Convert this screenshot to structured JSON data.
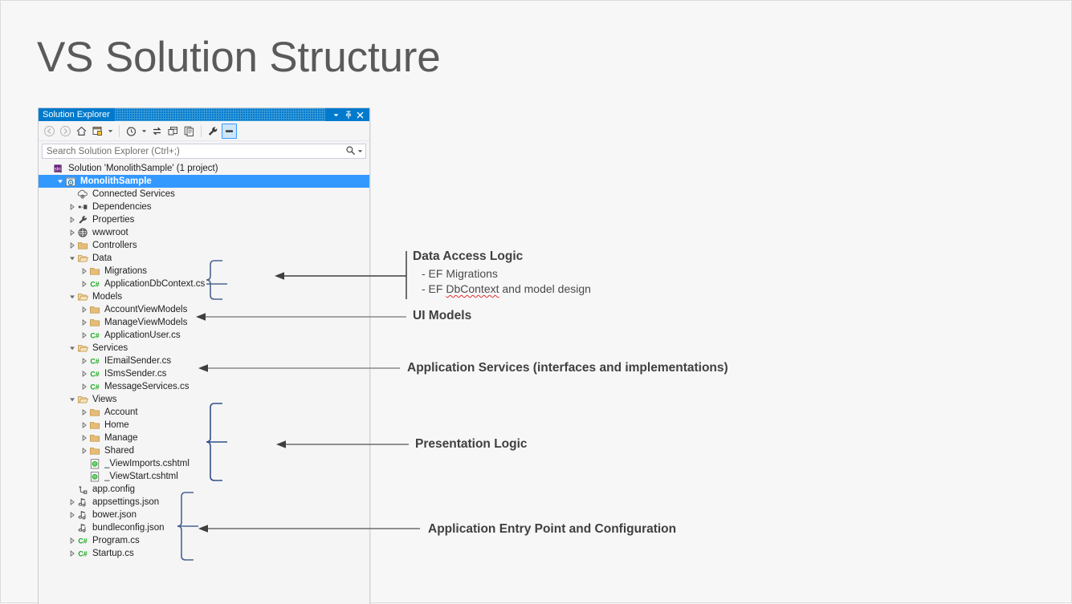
{
  "slide": {
    "title": "VS Solution Structure",
    "background_color": "#f7f7f7"
  },
  "solution_explorer": {
    "titlebar": {
      "title": "Solution Explorer",
      "dropdown_tooltip": "Window Options",
      "pin_tooltip": "Auto Hide",
      "close_tooltip": "Close",
      "accent_color": "#007acc"
    },
    "toolbar": {
      "buttons": [
        {
          "name": "back-icon",
          "tooltip": "Back",
          "disabled": true
        },
        {
          "name": "forward-icon",
          "tooltip": "Forward",
          "disabled": true
        },
        {
          "name": "home-icon",
          "tooltip": "Home",
          "disabled": false
        },
        {
          "name": "properties-window-icon",
          "tooltip": "Properties Window",
          "disabled": false
        },
        {
          "name": "chevron-down-icon",
          "tooltip": "More",
          "disabled": false
        },
        {
          "name": "pending-changes-icon",
          "tooltip": "Pending Changes Filter",
          "disabled": false
        },
        {
          "name": "chevron-down-icon-2",
          "tooltip": "Filter Options",
          "disabled": false
        },
        {
          "name": "sync-with-active-document-icon",
          "tooltip": "Sync with Active Document",
          "disabled": false
        },
        {
          "name": "refresh-icon",
          "tooltip": "Refresh",
          "disabled": false
        },
        {
          "name": "show-all-files-icon",
          "tooltip": "Show All Files",
          "disabled": false
        },
        {
          "name": "view-code-icon",
          "tooltip": "View Code",
          "disabled": false
        },
        {
          "name": "collapse-all-icon",
          "tooltip": "Collapse All",
          "disabled": false,
          "active": true
        }
      ]
    },
    "search": {
      "placeholder": "Search Solution Explorer (Ctrl+;)",
      "value": "",
      "icon": "search-icon",
      "dropdown_icon": "chevron-down-icon"
    },
    "tree": [
      {
        "depth": 0,
        "label": "Solution 'MonolithSample' (1 project)",
        "icon": "solution-icon",
        "expander": "none",
        "selected": false
      },
      {
        "depth": 1,
        "label": "MonolithSample",
        "icon": "project-icon",
        "expander": "expanded",
        "selected": true
      },
      {
        "depth": 2,
        "label": "Connected Services",
        "icon": "connected-services-icon",
        "expander": "none",
        "selected": false
      },
      {
        "depth": 2,
        "label": "Dependencies",
        "icon": "dependencies-icon",
        "expander": "collapsed",
        "selected": false
      },
      {
        "depth": 2,
        "label": "Properties",
        "icon": "properties-icon",
        "expander": "collapsed",
        "selected": false
      },
      {
        "depth": 2,
        "label": "wwwroot",
        "icon": "globe-icon",
        "expander": "collapsed",
        "selected": false
      },
      {
        "depth": 2,
        "label": "Controllers",
        "icon": "folder-icon",
        "expander": "collapsed",
        "selected": false
      },
      {
        "depth": 2,
        "label": "Data",
        "icon": "folder-open-icon",
        "expander": "expanded",
        "selected": false
      },
      {
        "depth": 3,
        "label": "Migrations",
        "icon": "folder-icon",
        "expander": "collapsed",
        "selected": false
      },
      {
        "depth": 3,
        "label": "ApplicationDbContext.cs",
        "icon": "csharp-icon",
        "expander": "collapsed",
        "selected": false
      },
      {
        "depth": 2,
        "label": "Models",
        "icon": "folder-open-icon",
        "expander": "expanded",
        "selected": false
      },
      {
        "depth": 3,
        "label": "AccountViewModels",
        "icon": "folder-icon",
        "expander": "collapsed",
        "selected": false
      },
      {
        "depth": 3,
        "label": "ManageViewModels",
        "icon": "folder-icon",
        "expander": "collapsed",
        "selected": false
      },
      {
        "depth": 3,
        "label": "ApplicationUser.cs",
        "icon": "csharp-icon",
        "expander": "collapsed",
        "selected": false
      },
      {
        "depth": 2,
        "label": "Services",
        "icon": "folder-open-icon",
        "expander": "expanded",
        "selected": false
      },
      {
        "depth": 3,
        "label": "IEmailSender.cs",
        "icon": "csharp-icon",
        "expander": "collapsed",
        "selected": false
      },
      {
        "depth": 3,
        "label": "ISmsSender.cs",
        "icon": "csharp-icon",
        "expander": "collapsed",
        "selected": false
      },
      {
        "depth": 3,
        "label": "MessageServices.cs",
        "icon": "csharp-icon",
        "expander": "collapsed",
        "selected": false
      },
      {
        "depth": 2,
        "label": "Views",
        "icon": "folder-open-icon",
        "expander": "expanded",
        "selected": false
      },
      {
        "depth": 3,
        "label": "Account",
        "icon": "folder-icon",
        "expander": "collapsed",
        "selected": false
      },
      {
        "depth": 3,
        "label": "Home",
        "icon": "folder-icon",
        "expander": "collapsed",
        "selected": false
      },
      {
        "depth": 3,
        "label": "Manage",
        "icon": "folder-icon",
        "expander": "collapsed",
        "selected": false
      },
      {
        "depth": 3,
        "label": "Shared",
        "icon": "folder-icon",
        "expander": "collapsed",
        "selected": false
      },
      {
        "depth": 3,
        "label": "_ViewImports.cshtml",
        "icon": "cshtml-icon",
        "expander": "none",
        "selected": false
      },
      {
        "depth": 3,
        "label": "_ViewStart.cshtml",
        "icon": "cshtml-icon",
        "expander": "none",
        "selected": false
      },
      {
        "depth": 2,
        "label": "app.config",
        "icon": "config-icon",
        "expander": "none",
        "selected": false
      },
      {
        "depth": 2,
        "label": "appsettings.json",
        "icon": "json-icon",
        "expander": "collapsed",
        "selected": false
      },
      {
        "depth": 2,
        "label": "bower.json",
        "icon": "json-icon",
        "expander": "collapsed",
        "selected": false
      },
      {
        "depth": 2,
        "label": "bundleconfig.json",
        "icon": "json-icon",
        "expander": "none",
        "selected": false
      },
      {
        "depth": 2,
        "label": "Program.cs",
        "icon": "csharp-icon",
        "expander": "collapsed",
        "selected": false
      },
      {
        "depth": 2,
        "label": "Startup.cs",
        "icon": "csharp-icon",
        "expander": "collapsed",
        "selected": false
      }
    ]
  },
  "annotations": [
    {
      "id": "data-access-logic",
      "heading": "Data Access Logic",
      "bullets": [
        "- EF Migrations",
        "- EF DbContext and model design"
      ],
      "misspelled_word": "DbContext",
      "bullet_prefix": "- EF ",
      "bullet_suffix": " and model design"
    },
    {
      "id": "ui-models",
      "heading": "UI Models",
      "bullets": []
    },
    {
      "id": "application-services",
      "heading": "Application Services (interfaces and implementations)",
      "bullets": []
    },
    {
      "id": "presentation-logic",
      "heading": "Presentation Logic",
      "bullets": []
    },
    {
      "id": "application-entry-point",
      "heading": "Application Entry Point and Configuration",
      "bullets": []
    }
  ],
  "colors": {
    "brace": "#4a6490",
    "arrow": "#3f3f3f",
    "arrow_light": "#8a8a8a",
    "accent": "#007acc",
    "selection": "#3399ff",
    "title_text": "#5a5a5a",
    "spellcheck": "#e03030"
  }
}
